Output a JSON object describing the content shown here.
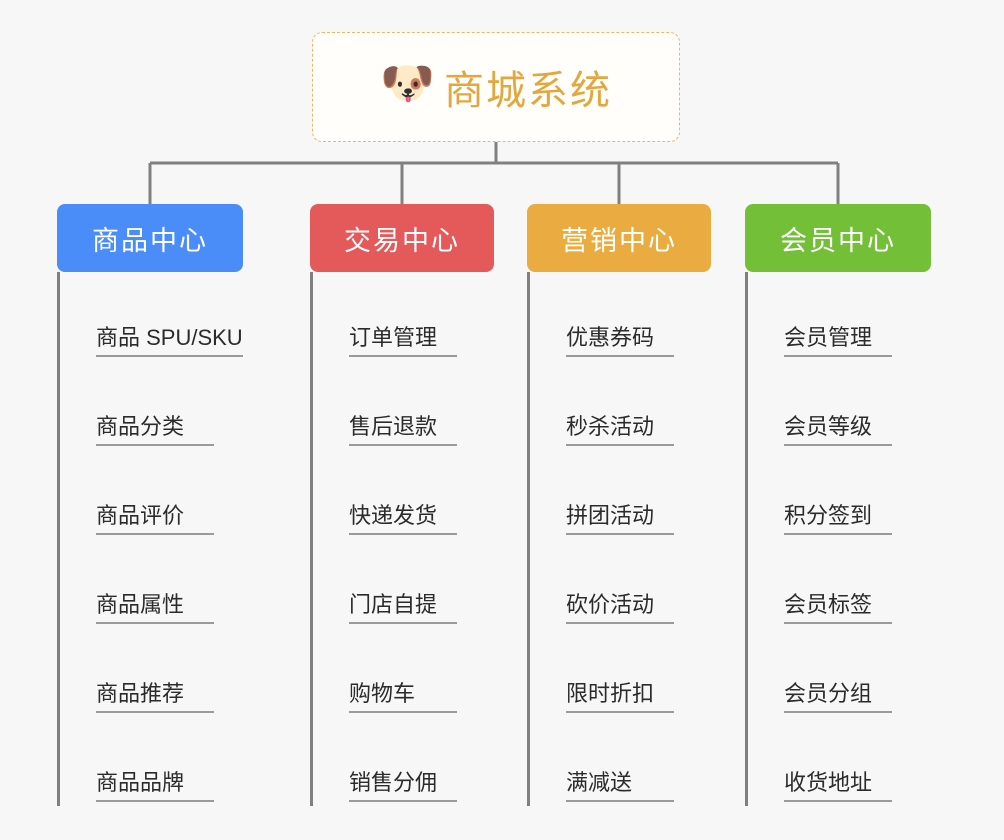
{
  "root": {
    "icon": "dog-face-icon",
    "emoji": "🐶",
    "title": "商城系统",
    "title_color": "#e3a73f",
    "border_color": "#e8b863",
    "background": "#fffefb"
  },
  "canvas": {
    "background": "#f7f7f7",
    "connector_color": "#808080",
    "item_rule_color": "#9a9a9a",
    "item_text_color": "#2b2b2b"
  },
  "branches": [
    {
      "label": "商品中心",
      "color": "#4b8df8",
      "items": [
        "商品 SPU/SKU",
        "商品分类",
        "商品评价",
        "商品属性",
        "商品推荐",
        "商品品牌"
      ]
    },
    {
      "label": "交易中心",
      "color": "#e4595a",
      "items": [
        "订单管理",
        "售后退款",
        "快递发货",
        "门店自提",
        "购物车",
        "销售分佣"
      ]
    },
    {
      "label": "营销中心",
      "color": "#eaac41",
      "items": [
        "优惠券码",
        "秒杀活动",
        "拼团活动",
        "砍价活动",
        "限时折扣",
        "满减送"
      ]
    },
    {
      "label": "会员中心",
      "color": "#73c038",
      "items": [
        "会员管理",
        "会员等级",
        "积分签到",
        "会员标签",
        "会员分组",
        "收货地址"
      ]
    }
  ]
}
